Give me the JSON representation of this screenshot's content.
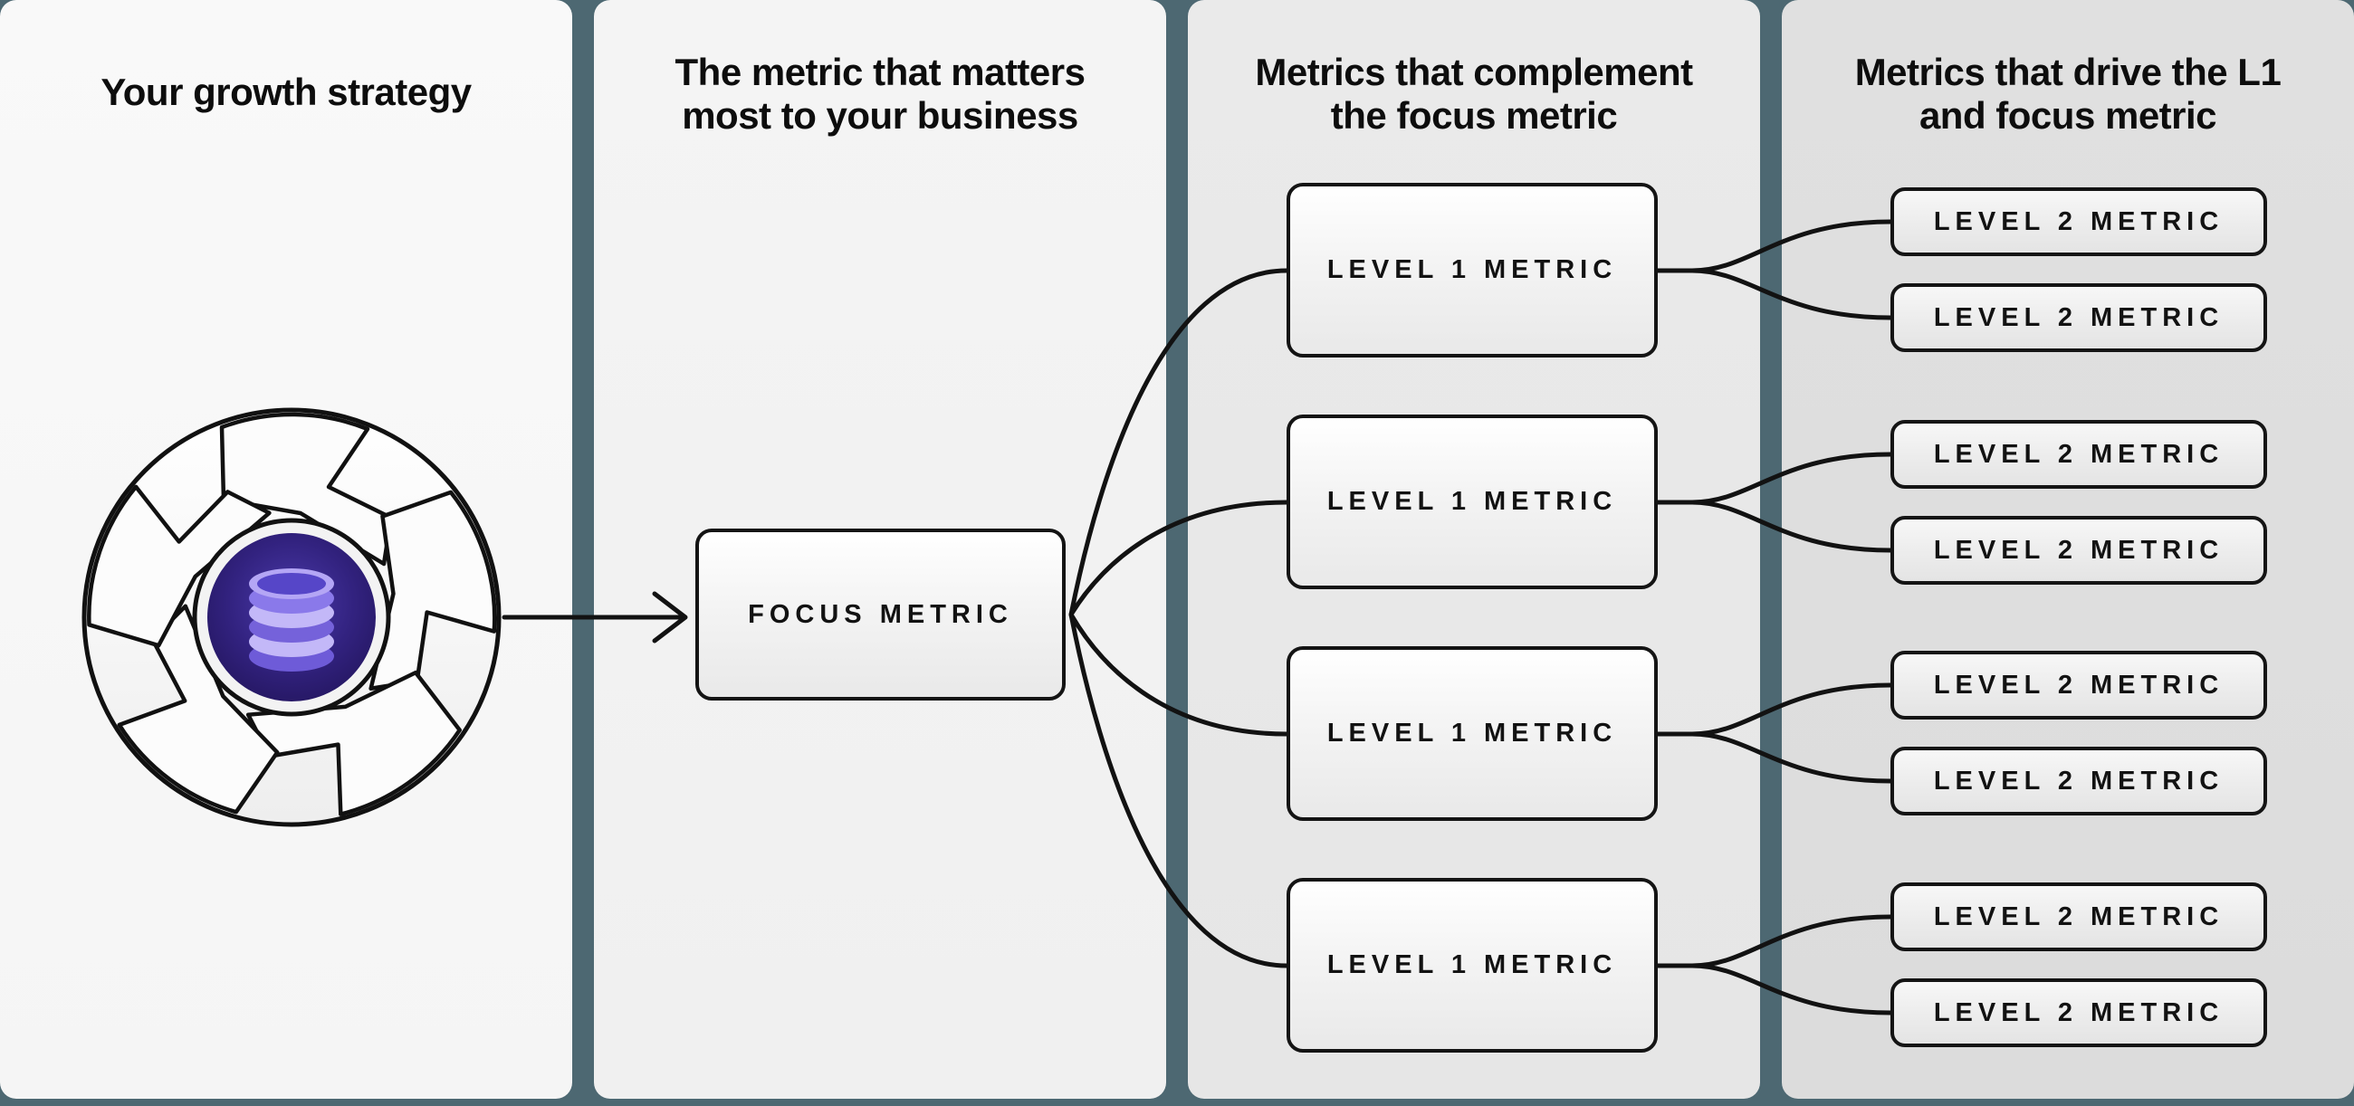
{
  "diagram": {
    "type": "growth-metrics-tree",
    "colors": {
      "background_teal": "#4d6872",
      "panel_1": "#f7f7f7",
      "panel_2": "#f2f2f2",
      "panel_3": "#e8e8e8",
      "panel_4": "#dedede",
      "line": "#121212",
      "flywheel_core_purple": "#32227f",
      "database_purple_light": "#c3b8f8",
      "database_purple_mid": "#7562da"
    }
  },
  "panels": [
    {
      "title_lines": [
        "Your growth strategy"
      ],
      "icon": "growth-flywheel-database-icon",
      "boxes": []
    },
    {
      "title_lines": [
        "The metric that matters",
        "most to your business"
      ],
      "boxes": [
        {
          "label": "FOCUS METRIC"
        }
      ]
    },
    {
      "title_lines": [
        "Metrics that complement",
        "the focus metric"
      ],
      "boxes": [
        {
          "label": "LEVEL 1 METRIC"
        },
        {
          "label": "LEVEL 1 METRIC"
        },
        {
          "label": "LEVEL 1 METRIC"
        },
        {
          "label": "LEVEL 1 METRIC"
        }
      ]
    },
    {
      "title_lines": [
        "Metrics that drive the L1",
        "and focus metric"
      ],
      "boxes": [
        {
          "label": "LEVEL 2 METRIC"
        },
        {
          "label": "LEVEL 2 METRIC"
        },
        {
          "label": "LEVEL 2 METRIC"
        },
        {
          "label": "LEVEL 2 METRIC"
        },
        {
          "label": "LEVEL 2 METRIC"
        },
        {
          "label": "LEVEL 2 METRIC"
        },
        {
          "label": "LEVEL 2 METRIC"
        },
        {
          "label": "LEVEL 2 METRIC"
        }
      ]
    }
  ]
}
